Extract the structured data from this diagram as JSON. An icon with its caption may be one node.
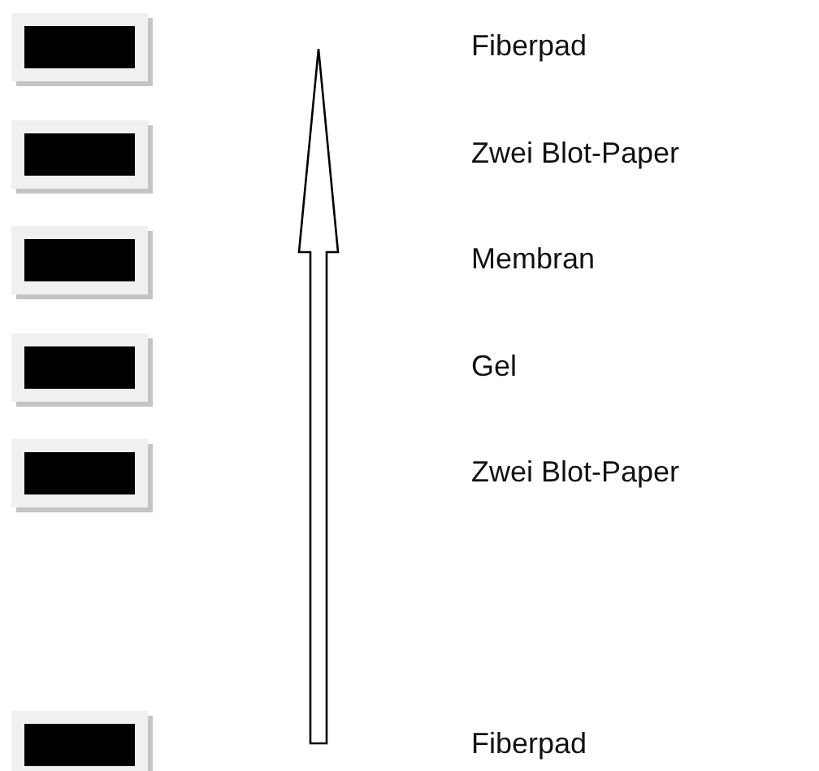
{
  "diagram": {
    "labels": [
      "Fiberpad",
      "Zwei Blot-Paper",
      "Membran",
      "Gel",
      "Zwei Blot-Paper",
      "Fiberpad"
    ]
  }
}
